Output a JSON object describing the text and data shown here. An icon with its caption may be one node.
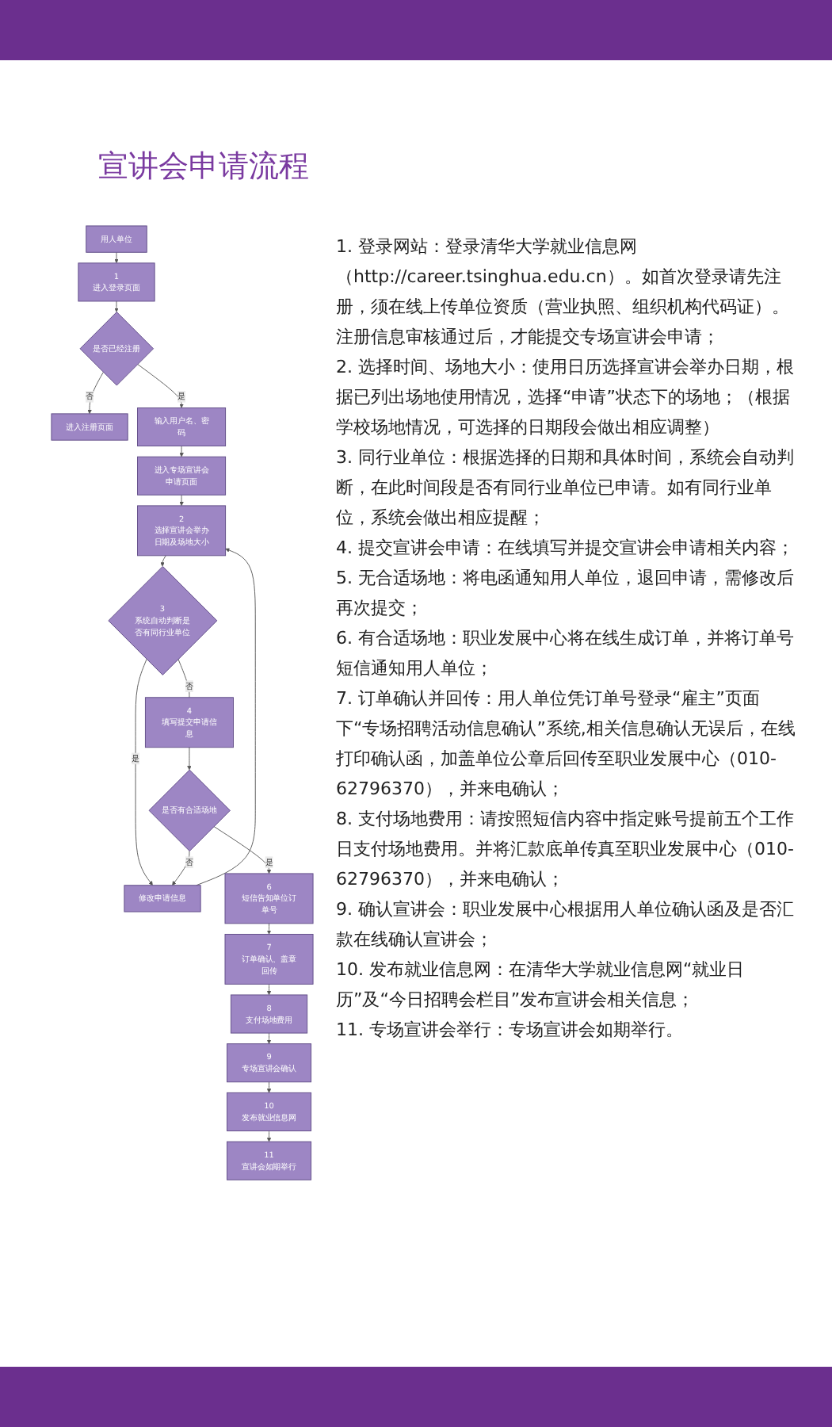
{
  "diagram": {
    "title": "宣讲会申请流程",
    "nodes": [
      {
        "text": [
          "用人单位"
        ]
      },
      {
        "text": [
          "1",
          "进入登录页面"
        ]
      },
      {
        "text": [
          "是否已经注册"
        ]
      },
      {
        "text": [
          "进入注册页面"
        ]
      },
      {
        "text": [
          "输入用户名、密码"
        ]
      },
      {
        "text": [
          "进入专场宣讲会申请页面"
        ]
      },
      {
        "text": [
          "2",
          "选择宣讲会举办日期及场地大小"
        ]
      },
      {
        "text": [
          "3",
          "系统自动判断是否有同行业单位"
        ]
      },
      {
        "text": [
          "修改申请信息"
        ]
      },
      {
        "text": [
          "4",
          "填写提交申请信息"
        ]
      },
      {
        "text": [
          "是否有合适场地"
        ]
      },
      {
        "text": [
          "6",
          "短信告知单位订单号"
        ]
      },
      {
        "text": [
          "7",
          "订单确认、盖章回传"
        ]
      },
      {
        "text": [
          "8",
          "支付场地费用"
        ]
      },
      {
        "text": [
          "9",
          "专场宣讲会确认"
        ]
      },
      {
        "text": [
          "10",
          "发布就业信息网"
        ]
      },
      {
        "text": [
          "11",
          "宣讲会如期举行"
        ]
      }
    ],
    "edges": [
      {
        "from": 0,
        "to": 1,
        "arrow": "to"
      },
      {
        "from": 1,
        "to": 2,
        "arrow": "to"
      },
      {
        "from": 2,
        "to": 3,
        "arrow": "to",
        "label": "否"
      },
      {
        "from": 2,
        "to": 4,
        "arrow": "to",
        "label": "是"
      },
      {
        "from": 4,
        "to": 5,
        "arrow": "to"
      },
      {
        "from": 5,
        "to": 6,
        "arrow": "to"
      },
      {
        "from": 6,
        "to": 7,
        "arrow": "to"
      },
      {
        "from": 7,
        "to": 8,
        "arrow": "to",
        "label": "是"
      },
      {
        "from": 8,
        "to": 6,
        "arrow": "to"
      },
      {
        "from": 7,
        "to": 9,
        "arrow": "none",
        "label": "否"
      },
      {
        "from": 9,
        "to": 10,
        "arrow": "to"
      },
      {
        "from": 10,
        "to": 8,
        "arrow": "to",
        "label": "否"
      },
      {
        "from": 10,
        "to": 11,
        "arrow": "to",
        "label": "是"
      },
      {
        "from": 11,
        "to": 12,
        "arrow": "to"
      },
      {
        "from": 12,
        "to": 13,
        "arrow": "to"
      },
      {
        "from": 13,
        "to": 14,
        "arrow": "to"
      },
      {
        "from": 14,
        "to": 15,
        "arrow": "to"
      },
      {
        "from": 15,
        "to": 16,
        "arrow": "to"
      }
    ],
    "labels": [
      "1. 登录网站：登录清华大学就业信息网（http://career.tsinghua.edu.cn）。如首次登录请先注册，须在线上传单位资质（营业执照、组织机构代码证）。注册信息审核通过后，才能提交专场宣讲会申请；",
      "2. 选择时间、场地大小：使用日历选择宣讲会举办日期，根据已列出场地使用情况，选择“申请”状态下的场地；（根据学校场地情况，可选择的日期段会做出相应调整）",
      "3. 同行业单位：根据选择的日期和具体时间，系统会自动判断，在此时间段是否有同行业单位已申请。如有同行业单位，系统会做出相应提醒；",
      "4. 提交宣讲会申请：在线填写并提交宣讲会申请相关内容；",
      "5. 无合适场地：将电函通知用人单位，退回申请，需修改后再次提交；",
      "6. 有合适场地：职业发展中心将在线生成订单，并将订单号短信通知用人单位；",
      "7. 订单确认并回传：用人单位凭订单号登录“雇主”页面下“专场招聘活动信息确认”系统,相关信息确认无误后，在线打印确认函，加盖单位公章后回传至职业发展中心（010-62796370），并来电确认；",
      "8. 支付场地费用：请按照短信内容中指定账号提前五个工作日支付场地费用。并将汇款底单传真至职业发展中心（010-62796370），并来电确认；",
      "9. 确认宣讲会：职业发展中心根据用人单位确认函及是否汇款在线确认宣讲会；",
      "10. 发布就业信息网：在清华大学就业信息网“就业日历”及“今日招聘会栏目”发布宣讲会相关信息；",
      "11. 专场宣讲会举行：专场宣讲会如期举行。"
    ]
  }
}
